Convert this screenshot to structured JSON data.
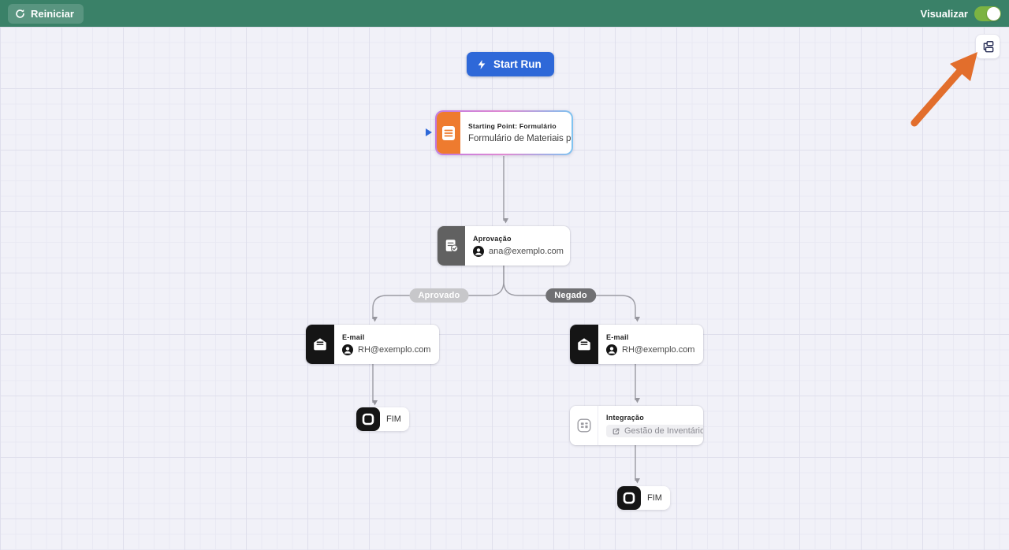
{
  "topbar": {
    "restart_label": "Reiniciar",
    "preview_label": "Visualizar",
    "preview_toggle_on": true
  },
  "canvas_toolbar": {
    "start_run_label": "Start Run"
  },
  "nodes": {
    "start": {
      "title": "Starting Point: Formulário",
      "subtitle": "Formulário de Materiais p."
    },
    "approval": {
      "title": "Aprovação",
      "assignee": "ana@exemplo.com"
    },
    "email_approved": {
      "title": "E-mail",
      "assignee": "RH@exemplo.com"
    },
    "email_denied": {
      "title": "E-mail",
      "assignee": "RH@exemplo.com"
    },
    "integration": {
      "title": "Integração",
      "target": "Gestão de Inventário"
    },
    "end_approved": {
      "label": "FIM"
    },
    "end_denied": {
      "label": "FIM"
    }
  },
  "branches": {
    "approved_label": "Aprovado",
    "denied_label": "Negado"
  },
  "colors": {
    "topbar_green": "#3A8168",
    "toggle_green": "#7CB342",
    "start_run_blue": "#2E68D8",
    "start_node_orange": "#EE7B2F",
    "approval_gray": "#616161",
    "node_black": "#151515",
    "annotation_arrow_orange": "#E26E2C",
    "approved_pill": "#C7C7CA",
    "denied_pill": "#707073"
  }
}
